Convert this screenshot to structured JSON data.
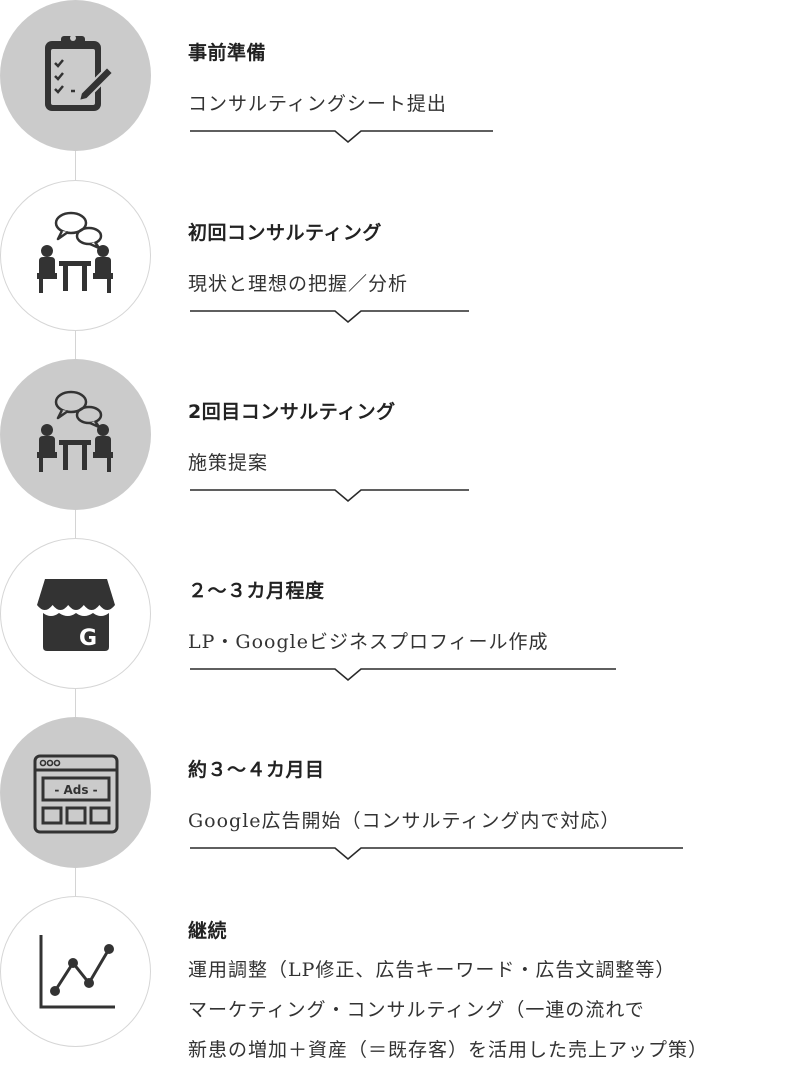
{
  "steps": [
    {
      "id": "prep",
      "icon": "clipboard-checklist-icon",
      "title": "事前準備",
      "lines": [
        "コンサルティングシート提出"
      ]
    },
    {
      "id": "first-consulting",
      "icon": "meeting-chat-icon",
      "title": "初回コンサルティング",
      "lines": [
        "現状と理想の把握／分析"
      ]
    },
    {
      "id": "second-consulting",
      "icon": "meeting-chat-icon",
      "title": "2回目コンサルティング",
      "lines": [
        "施策提案"
      ]
    },
    {
      "id": "two-three-months",
      "icon": "google-business-store-icon",
      "title": "２～３カ月程度",
      "lines": [
        "LP・Googleビジネスプロフィール作成"
      ]
    },
    {
      "id": "three-four-months",
      "icon": "browser-ads-icon",
      "title": "約３～４カ月目",
      "lines": [
        "Google広告開始（コンサルティング内で対応）"
      ]
    },
    {
      "id": "continuation",
      "icon": "line-chart-icon",
      "title": "継続",
      "lines": [
        "運用調整（LP修正、広告キーワード・広告文調整等）",
        "マーケティング・コンサルティング（一連の流れで",
        "新患の増加＋資産（＝既存客）を活用した売上アップ策）"
      ]
    }
  ],
  "colors": {
    "icon": "#333333",
    "circle_filled": "#cbcbcb",
    "circle_outline": "#d6d6d6"
  }
}
